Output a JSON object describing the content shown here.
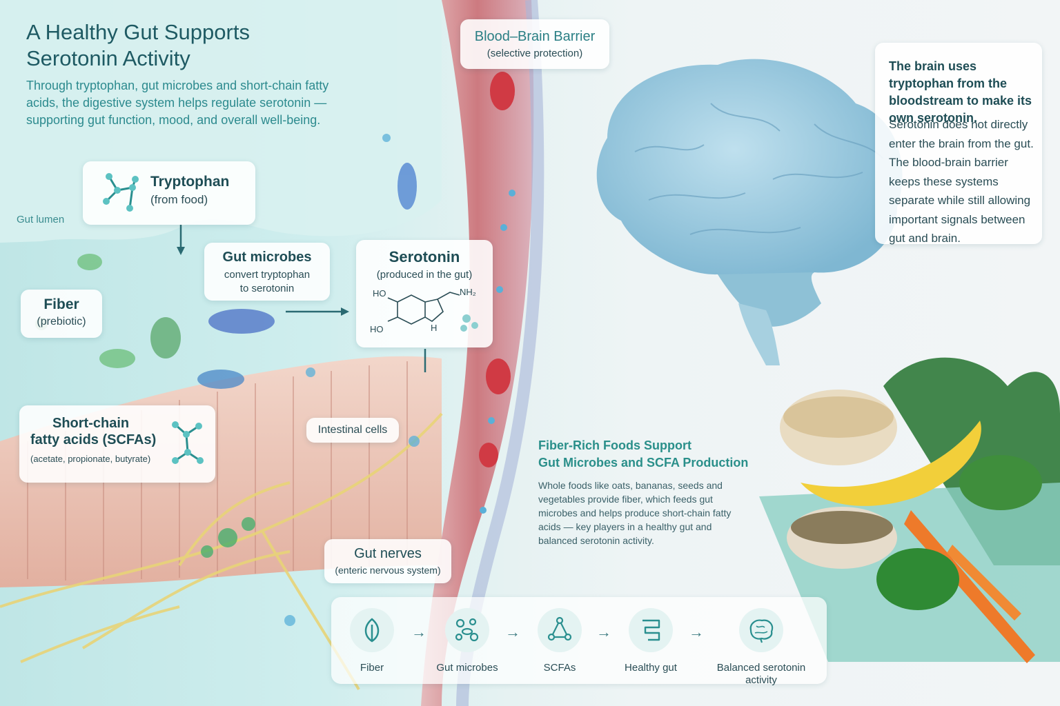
{
  "header": {
    "title": "A Healthy Gut Supports Serotonin Activity",
    "subtitle": "Through tryptophan, gut microbes and short-chain fatty acids, the digestive system helps regulate serotonin — supporting gut function, mood, and overall well-being."
  },
  "labels": {
    "gut_lumen": "Gut lumen"
  },
  "cards": {
    "tryptophan": {
      "title": "Tryptophan",
      "sub": "(from food)"
    },
    "microbes": {
      "title": "Gut microbes",
      "line1": "convert tryptophan",
      "line2": "to serotonin"
    },
    "serotonin": {
      "title": "Serotonin",
      "sub": "(produced in the gut)",
      "formula_ho1": "HO",
      "formula_ho2": "HO",
      "formula_nh2": "NH₂",
      "formula_h": "H"
    },
    "fiber": {
      "title": "Fiber",
      "sub": "(prebiotic)"
    },
    "scfa": {
      "title_line1": "Short-chain",
      "title_line2": "fatty acids (SCFAs)",
      "sub": "(acetate, propionate, butyrate)"
    },
    "bbb": {
      "title": "Blood–Brain Barrier",
      "sub": "(selective protection)"
    },
    "intestinal": {
      "title": "Intestinal cells"
    },
    "nerves": {
      "title": "Gut nerves",
      "sub": "(enteric nervous system)"
    }
  },
  "brain_note": {
    "heading": "The brain uses tryptophan from the bloodstream to make its own serotonin.",
    "body": "Serotonin does not directly enter the brain from the gut. The blood-brain barrier keeps these systems separate while still allowing important signals between gut and brain."
  },
  "foods": {
    "title_line1": "Fiber-Rich Foods Support",
    "title_line2": "Gut Microbes and SCFA Production",
    "description": "Whole foods like oats, bananas, seeds and vegetables provide fiber, which feeds gut microbes and helps produce short-chain fatty acids — key players in a healthy gut and balanced serotonin activity."
  },
  "flow": {
    "steps": [
      {
        "label": "Fiber",
        "icon": "leaf-icon"
      },
      {
        "label": "Gut microbes",
        "icon": "microbes-icon"
      },
      {
        "label": "SCFAs",
        "icon": "molecule-icon"
      },
      {
        "label": "Healthy gut",
        "icon": "intestine-icon"
      },
      {
        "label": "Balanced serotonin activity",
        "icon": "brain-icon"
      }
    ],
    "arrow": "→"
  },
  "colors": {
    "title": "#1e5a63",
    "accent": "#2c8a8e",
    "vessel_red": "#c23b47",
    "brain_blue": "#8fc4dc",
    "intestine_pink": "#eec4b4",
    "nerve_yellow": "#ecd87a"
  }
}
